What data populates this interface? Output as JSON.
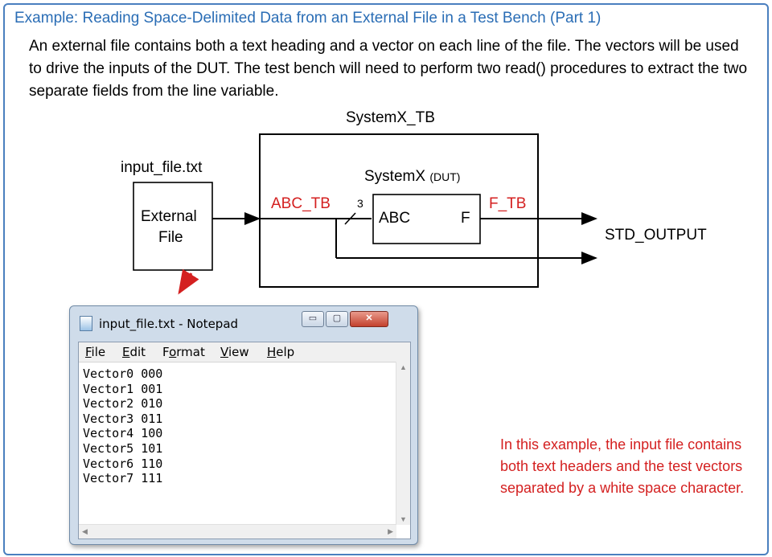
{
  "title": "Example: Reading Space-Delimited Data from an External File in a Test Bench (Part 1)",
  "intro": "An external file contains both a text heading and a vector on each line of the file.  The vectors will be used to drive the inputs of the DUT.  The test bench will need to perform two read() procedures to extract the two separate fields from the line variable.",
  "diagram": {
    "tb_label": "SystemX_TB",
    "file_label": "input_file.txt",
    "file_box_line1": "External",
    "file_box_line2": "File",
    "dut_label": "SystemX",
    "dut_suffix": "(DUT)",
    "input_signal": "ABC_TB",
    "bus_width": "3",
    "dut_port_in": "ABC",
    "dut_port_out": "F",
    "output_signal": "F_TB",
    "output_dest": "STD_OUTPUT",
    "colors": {
      "signal": "#d42020",
      "title": "#2a6db5",
      "frame": "#4a7fbf"
    }
  },
  "notepad": {
    "window_title": "input_file.txt - Notepad",
    "menu": [
      "File",
      "Edit",
      "Format",
      "View",
      "Help"
    ],
    "menu_access_keys": [
      "F",
      "E",
      "o",
      "V",
      "H"
    ],
    "buttons": {
      "minimize": "▭",
      "maximize": "▢",
      "close": "✕"
    },
    "lines": [
      "Vector0 000",
      "Vector1 001",
      "Vector2 010",
      "Vector3 011",
      "Vector4 100",
      "Vector5 101",
      "Vector6 110",
      "Vector7 111"
    ]
  },
  "note": "In this example, the input file contains both text headers and the test vectors separated by a white space character."
}
